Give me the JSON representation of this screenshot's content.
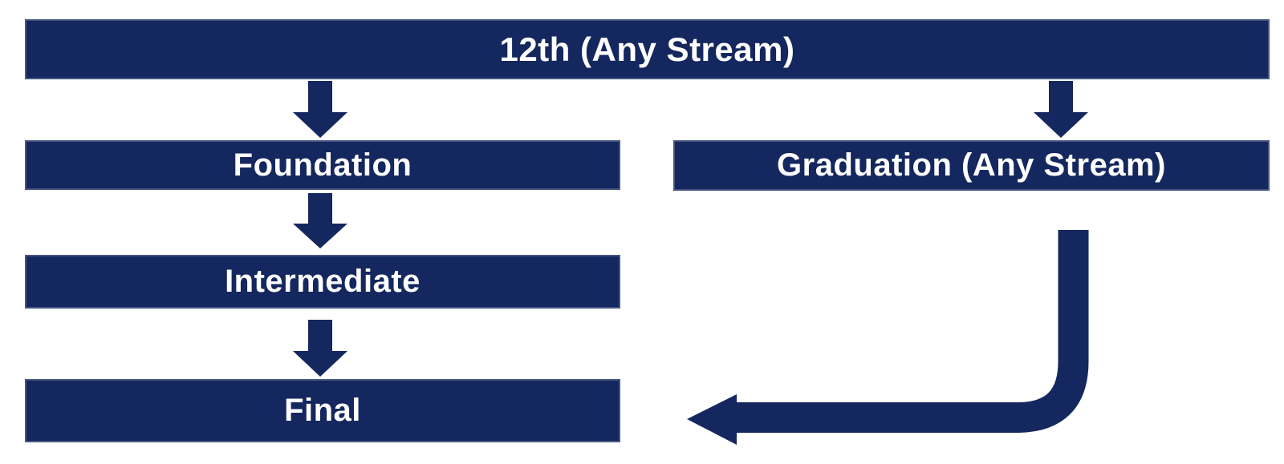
{
  "page": {
    "background_color": "#ffffff"
  },
  "flowchart": {
    "accent_color": "#14275e",
    "node_text_color": "#ffffff",
    "nodes": {
      "twelfth": {
        "label": "12th (Any Stream)"
      },
      "foundation": {
        "label": "Foundation"
      },
      "intermediate": {
        "label": "Intermediate"
      },
      "final": {
        "label": "Final"
      },
      "graduation": {
        "label": "Graduation (Any Stream)"
      }
    },
    "edges": [
      {
        "from": "twelfth",
        "to": "foundation",
        "connector": "down-arrow"
      },
      {
        "from": "foundation",
        "to": "intermediate",
        "connector": "down-arrow"
      },
      {
        "from": "intermediate",
        "to": "final",
        "connector": "down-arrow"
      },
      {
        "from": "twelfth",
        "to": "graduation",
        "connector": "down-arrow"
      },
      {
        "from": "graduation",
        "to": "final",
        "connector": "elbow-arrow-left"
      }
    ]
  }
}
